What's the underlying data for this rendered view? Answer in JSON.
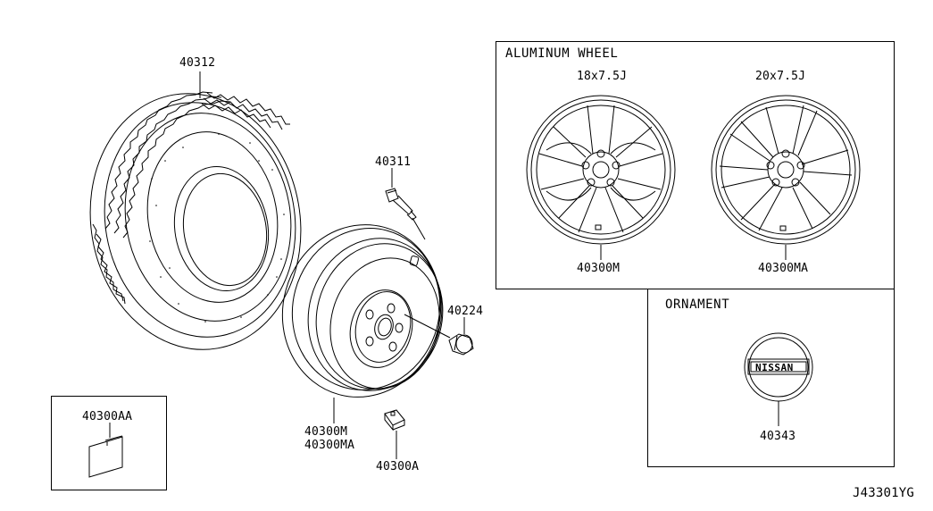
{
  "parts": {
    "tire": "40312",
    "valve": "40311",
    "wheel_nut": "40224",
    "wheel_steel_a": "40300M",
    "wheel_steel_b": "40300MA",
    "balance_weight": "40300A",
    "balance_weight_adhesive": "40300AA",
    "alloy_wheel_18": "40300M",
    "alloy_wheel_20": "40300MA",
    "ornament": "40343"
  },
  "sections": {
    "aluminum_wheel": "ALUMINUM WHEEL",
    "ornament": "ORNAMENT"
  },
  "wheel_sizes": {
    "size_18": "18x7.5J",
    "size_20": "20x7.5J"
  },
  "emblem_text": "NISSAN",
  "diagram_code": "J43301YG"
}
